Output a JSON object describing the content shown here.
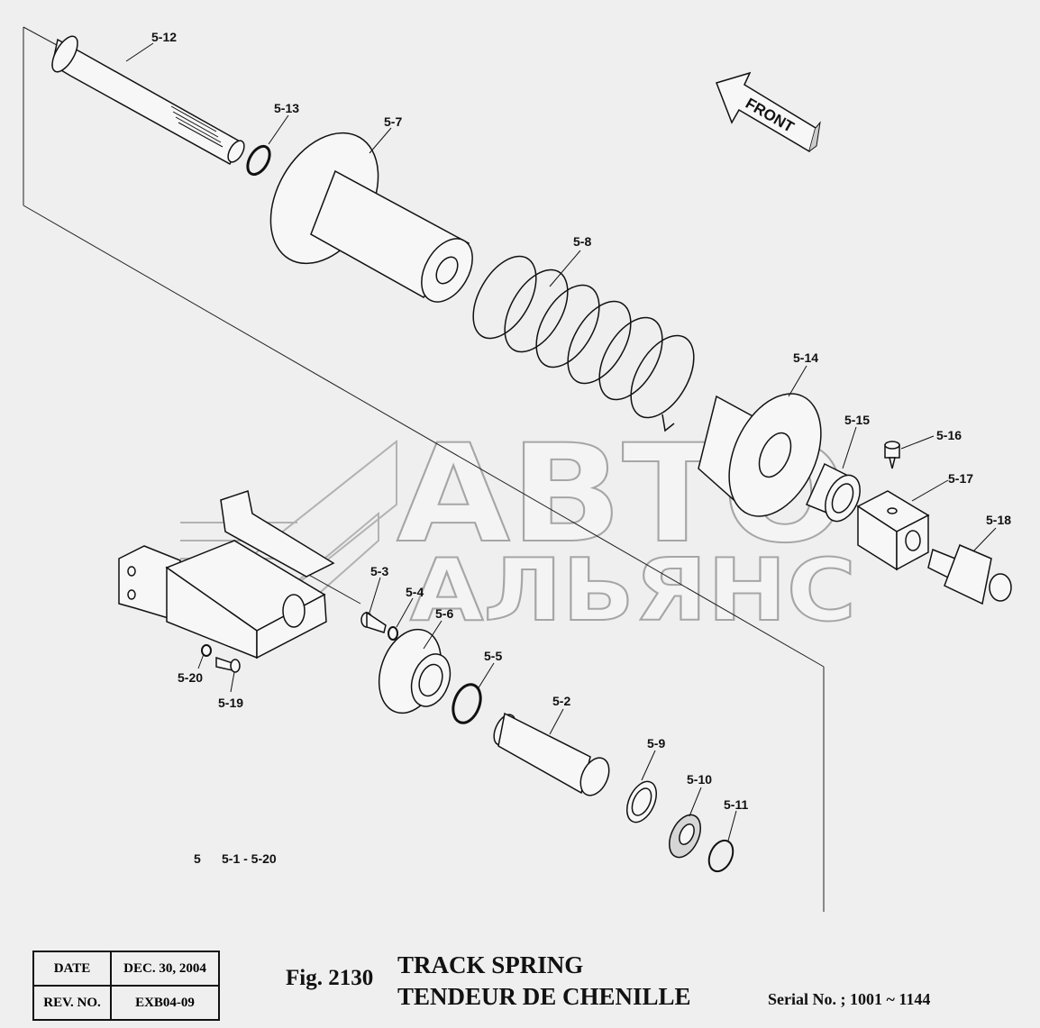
{
  "diagram": {
    "front_label": "FRONT",
    "assembly_note": {
      "assembly": "5",
      "range": "5-1 - 5-20"
    },
    "parts": {
      "p5_12": "5-12",
      "p5_13": "5-13",
      "p5_7": "5-7",
      "p5_8": "5-8",
      "p5_14": "5-14",
      "p5_15": "5-15",
      "p5_16": "5-16",
      "p5_17": "5-17",
      "p5_18": "5-18",
      "p5_3": "5-3",
      "p5_4": "5-4",
      "p5_6": "5-6",
      "p5_5": "5-5",
      "p5_2": "5-2",
      "p5_9": "5-9",
      "p5_10": "5-10",
      "p5_11": "5-11",
      "p5_20": "5-20",
      "p5_19": "5-19"
    }
  },
  "watermark": {
    "line1": "АВТО",
    "line2": "АЛЬЯНС"
  },
  "footer": {
    "date_label": "DATE",
    "date_value": "DEC. 30, 2004",
    "rev_label": "REV. NO.",
    "rev_value": "EXB04-09",
    "fig_number": "Fig. 2130",
    "title_en": "TRACK SPRING",
    "title_fr": "TENDEUR DE CHENILLE",
    "serial": "Serial No. ; 1001 ~ 1144"
  },
  "colors": {
    "background": "#efefef",
    "line": "#111111",
    "watermark": "#9a9a9a"
  }
}
